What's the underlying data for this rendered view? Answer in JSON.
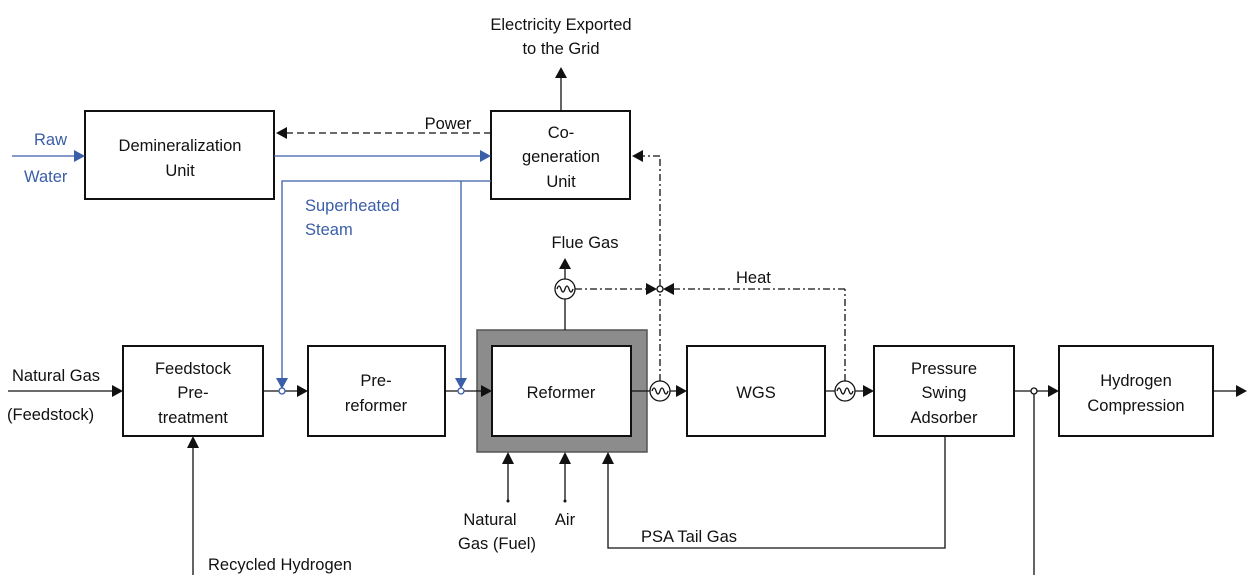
{
  "units": {
    "demineralization": [
      "Demineralization",
      "Unit"
    ],
    "cogeneration": [
      "Co-",
      "generation",
      "Unit"
    ],
    "feedstock": [
      "Feedstock",
      "Pre-",
      "treatment"
    ],
    "prereformer": [
      "Pre-",
      "reformer"
    ],
    "reformer": [
      "Reformer"
    ],
    "wgs": [
      "WGS"
    ],
    "psa": [
      "Pressure",
      "Swing",
      "Adsorber"
    ],
    "compression": [
      "Hydrogen",
      "Compression"
    ]
  },
  "streams": {
    "raw_water": [
      "Raw",
      "Water"
    ],
    "power": "Power",
    "electricity": [
      "Electricity Exported",
      "to the Grid"
    ],
    "superheated_steam": [
      "Superheated",
      "Steam"
    ],
    "flue_gas": "Flue Gas",
    "heat": "Heat",
    "natural_gas_feed": [
      "Natural Gas",
      "(Feedstock)"
    ],
    "natural_gas_fuel": [
      "Natural",
      "Gas (Fuel)"
    ],
    "air": "Air",
    "psa_tail_gas": "PSA Tail Gas",
    "recycled_hydrogen": "Recycled Hydrogen"
  },
  "colors": {
    "steam_water": "#3a5ea8",
    "reformer_furnace": "#8c8c8c"
  }
}
